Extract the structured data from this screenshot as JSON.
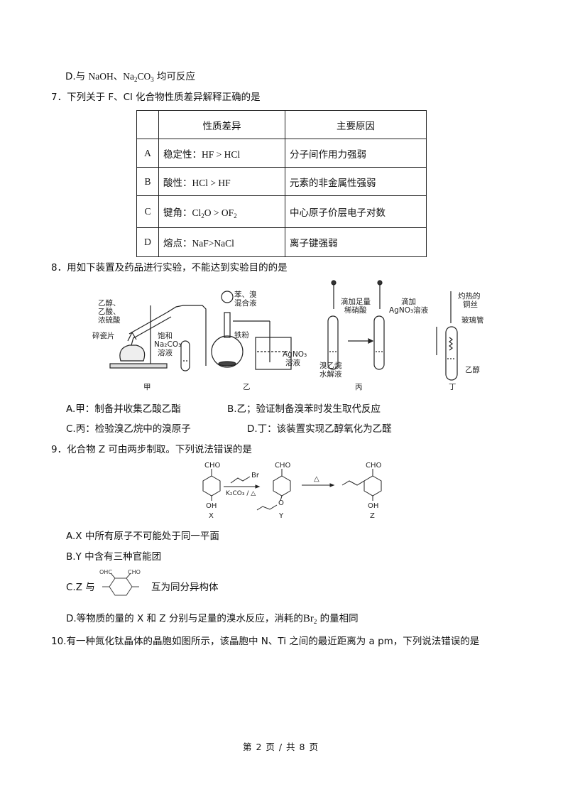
{
  "q6": {
    "option_d": {
      "prefix": "D.与 ",
      "text": "NaOH、Na",
      "sub1": "2",
      "text2": "CO",
      "sub2": "3",
      "suffix": " 均可反应"
    }
  },
  "q7": {
    "stem": "7．下列关于 F、Cl 化合物性质差异解释正确的是",
    "table": {
      "headers": [
        "",
        "性质差异",
        "主要原因"
      ],
      "rows": [
        {
          "label": "A",
          "property_prefix": "稳定性：",
          "property_formula": "HF > HCl",
          "reason": "分子间作用力强弱"
        },
        {
          "label": "B",
          "property_prefix": "酸性：",
          "property_formula": "HCl > HF",
          "reason": "元素的非金属性强弱"
        },
        {
          "label": "C",
          "property_prefix": "键角：",
          "property_formula_parts": [
            "Cl",
            "2",
            "O > OF",
            "2"
          ],
          "reason": "中心原子价层电子对数"
        },
        {
          "label": "D",
          "property_prefix": "熔点：",
          "property_formula": "NaF>NaCl",
          "reason": "离子键强弱"
        }
      ]
    }
  },
  "q8": {
    "stem": "8．用如下装置及药品进行实验，不能达到实验目的的是",
    "figures": {
      "jia": {
        "caption": "甲",
        "labels": [
          "乙醇、",
          "乙酸、",
          "浓硫酸",
          "碎瓷片",
          "饱和",
          "Na₂CO₃",
          "溶液"
        ]
      },
      "yi": {
        "caption": "乙",
        "labels": [
          "苯、溴",
          "混合液",
          "铁粉",
          "AgNO₃",
          "溶液"
        ]
      },
      "bing": {
        "caption": "丙",
        "labels": [
          "滴加足量",
          "稀硝酸",
          "滴加",
          "AgNO₃溶液",
          "溴乙烷",
          "水解液"
        ]
      },
      "ding": {
        "caption": "丁",
        "labels": [
          "灼热的",
          "铜丝",
          "玻璃管",
          "乙醇"
        ]
      }
    },
    "options": {
      "a": "A.甲：制备并收集乙酸乙酯",
      "b": "B.乙；验证制备溴苯时发生取代反应",
      "c": "C.丙：检验溴乙烷中的溴原子",
      "d": "D.丁：该装置实现乙醇氧化为乙醛"
    }
  },
  "q9": {
    "stem": "9．化合物 Z 可由两步制取。下列说法错误的是",
    "scheme": {
      "x_label": "X",
      "y_label": "Y",
      "z_label": "Z",
      "cho": "CHO",
      "oh": "OH",
      "o": "O",
      "br": "Br",
      "reagent1_cond": "K₂CO₃ / △",
      "reagent2_cond": "△"
    },
    "options": {
      "a": "A.X 中所有原子不可能处于同一平面",
      "b": "B.Y 中含有三种官能团",
      "c_prefix": "C.Z 与",
      "c_suffix": "互为同分异构体",
      "c_struct": {
        "left": "OHC",
        "right": "CHO"
      },
      "d_prefix": "D.等物质的量的 X 和 Z 分别与足量的溴水反应，消耗的",
      "d_formula": "Br",
      "d_sub": "2",
      "d_suffix": " 的量相同"
    }
  },
  "q10": {
    "stem": "10.有一种氮化钛晶体的晶胞如图所示，该晶胞中 N、Ti 之间的最近距离为 a pm，下列说法错误的是"
  },
  "footer": {
    "page_text": "第 2 页 / 共 8 页"
  }
}
